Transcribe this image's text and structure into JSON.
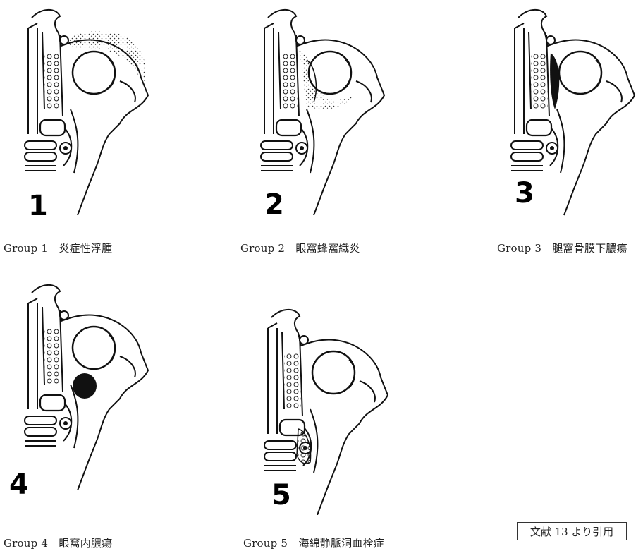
{
  "panels": [
    {
      "number": "1",
      "caption": "Group 1　炎症性浮腫",
      "lesion": "inflammatory-edema"
    },
    {
      "number": "2",
      "caption": "Group 2　眼窩蜂窩織炎",
      "lesion": "orbital-cellulitis"
    },
    {
      "number": "3",
      "caption": "Group 3　腿窩骨膜下膿瘍",
      "lesion": "subperiosteal-abscess"
    },
    {
      "number": "4",
      "caption": "Group 4　眼窩内膿瘍",
      "lesion": "orbital-abscess"
    },
    {
      "number": "5",
      "caption": "Group 5　海綿静脈洞血栓症",
      "lesion": "cavernous-sinus-thrombosis"
    }
  ],
  "citation": "文献 13 より引用"
}
